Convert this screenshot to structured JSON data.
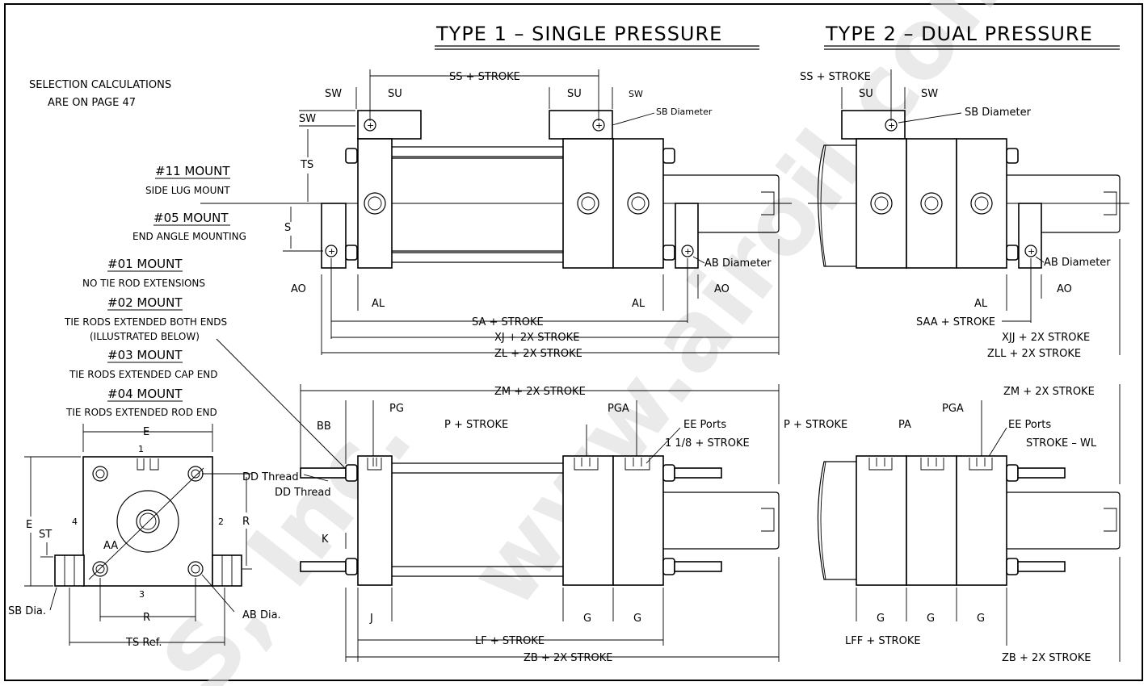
{
  "titles": {
    "type1": "TYPE 1 – SINGLE PRESSURE",
    "type2": "TYPE 2 – DUAL PRESSURE"
  },
  "notes": {
    "selection_line1": "SELECTION CALCULATIONS",
    "selection_line2": "ARE ON PAGE 47"
  },
  "mounts": [
    {
      "code": "#11 MOUNT",
      "desc": "SIDE LUG MOUNT"
    },
    {
      "code": "#05 MOUNT",
      "desc": "END ANGLE MOUNTING"
    },
    {
      "code": "#01 MOUNT",
      "desc": "NO TIE ROD EXTENSIONS"
    },
    {
      "code": "#02 MOUNT",
      "desc": "TIE RODS EXTENDED BOTH ENDS",
      "desc2": "(ILLUSTRATED BELOW)"
    },
    {
      "code": "#03 MOUNT",
      "desc": "TIE RODS EXTENDED CAP END"
    },
    {
      "code": "#04 MOUNT",
      "desc": "TIE RODS EXTENDED ROD END"
    }
  ],
  "dims_type1_top": {
    "ss": "SS + STROKE",
    "sw": "SW",
    "su": "SU",
    "sw_small": "SW",
    "sb": "SB Diameter",
    "ts": "TS",
    "s": "S",
    "ab": "AB Diameter",
    "ao": "AO",
    "al": "AL",
    "sa": "SA + STROKE",
    "xj": "XJ + 2X STROKE",
    "zl": "ZL + 2X STROKE"
  },
  "dims_type2_top": {
    "ss": "SS + STROKE",
    "su": "SU",
    "sw": "SW",
    "sb": "SB Diameter",
    "ab": "AB Diameter",
    "al": "AL",
    "ao": "AO",
    "saa": "SAA + STROKE",
    "xjj": "XJJ + 2X STROKE",
    "zll": "ZLL + 2X STROKE"
  },
  "dims_type1_bottom": {
    "zm": "ZM + 2X STROKE",
    "bb": "BB",
    "pg": "PG",
    "p": "P + STROKE",
    "pga": "PGA",
    "ee": "EE Ports",
    "one18": "1 1/8 + STROKE",
    "dd": "DD Thread",
    "k": "K",
    "j": "J",
    "g": "G",
    "lf": "LF + STROKE",
    "zb": "ZB + 2X STROKE"
  },
  "dims_type2_bottom": {
    "zm": "ZM + 2X STROKE",
    "pga": "PGA",
    "ee": "EE Ports",
    "p": "P + STROKE",
    "pa": "PA",
    "stroke_wl": "STROKE – WL",
    "g": "G",
    "lff": "LFF + STROKE",
    "zb": "ZB + 2X STROKE"
  },
  "end_view": {
    "e": "E",
    "e_side": "E",
    "dd": "DD Thread",
    "r_side": "R",
    "r_bottom": "R",
    "st": "ST",
    "aa": "AA",
    "sb": "SB Dia.",
    "ab": "AB Dia.",
    "ts": "TS Ref.",
    "n1": "1",
    "n2": "2",
    "n3": "3",
    "n4": "4"
  },
  "watermark": "www.airoil.com",
  "watermark2": "S, Inc."
}
